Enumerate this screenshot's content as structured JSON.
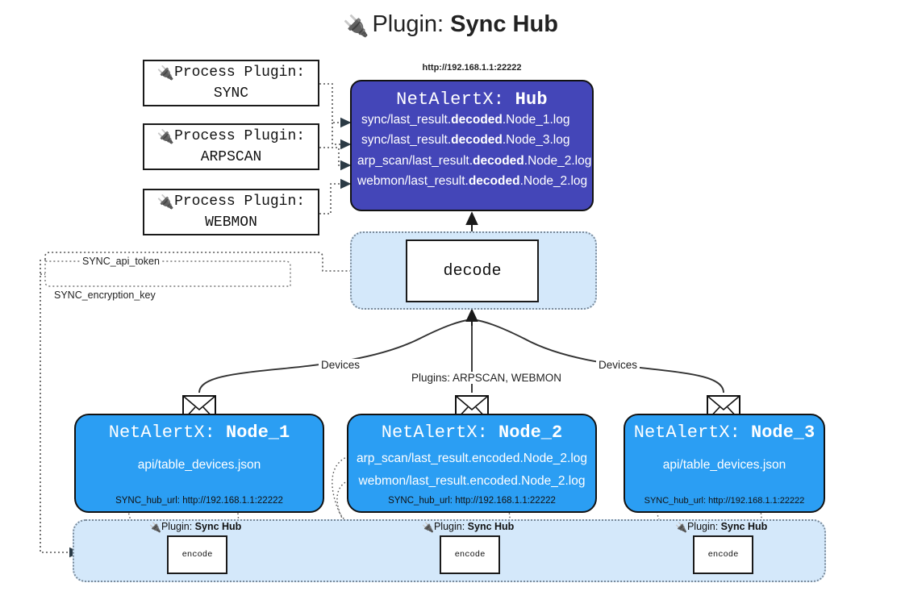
{
  "header": {
    "icon": "plug-icon",
    "prefix": "Plugin:",
    "title": "Sync Hub"
  },
  "process_plugins": [
    {
      "icon": "plug-icon",
      "label": "Process Plugin:",
      "name": "SYNC"
    },
    {
      "icon": "plug-icon",
      "label": "Process Plugin:",
      "name": "ARPSCAN"
    },
    {
      "icon": "plug-icon",
      "label": "Process Plugin:",
      "name": "WEBMON"
    }
  ],
  "hub": {
    "url": "http://192.168.1.1:22222",
    "title_prefix": "NetAlertX:",
    "title_name": "Hub",
    "logs": [
      {
        "pre": "sync/last_result.",
        "mid": "decoded",
        "post": ".Node_1.log"
      },
      {
        "pre": "sync/last_result.",
        "mid": "decoded",
        "post": ".Node_3.log"
      },
      {
        "pre": "arp_scan/last_result.",
        "mid": "decoded",
        "post": ".Node_2.log"
      },
      {
        "pre": "webmon/last_result.",
        "mid": "decoded",
        "post": ".Node_2.log"
      }
    ]
  },
  "decode": {
    "label": "decode"
  },
  "secrets": [
    {
      "label": "SYNC_api_token"
    },
    {
      "label": "SYNC_encryption_key"
    }
  ],
  "edge_labels": {
    "devices_left": "Devices",
    "devices_right": "Devices",
    "plugins_center": "Plugins: ARPSCAN, WEBMON"
  },
  "nodes": [
    {
      "icon": "envelope-icon",
      "title_prefix": "NetAlertX:",
      "title_name": "Node_1",
      "lines": [
        "api/table_devices.json"
      ],
      "url_key": "SYNC_hub_url:",
      "url_value": "http://192.168.1.1:22222"
    },
    {
      "icon": "envelope-icon",
      "title_prefix": "NetAlertX:",
      "title_name": "Node_2",
      "lines": [
        "arp_scan/last_result.encoded.Node_2.log",
        "webmon/last_result.encoded.Node_2.log"
      ],
      "url_key": "SYNC_hub_url:",
      "url_value": "http://192.168.1.1:22222"
    },
    {
      "icon": "envelope-icon",
      "title_prefix": "NetAlertX:",
      "title_name": "Node_3",
      "lines": [
        "api/table_devices.json"
      ],
      "url_key": "SYNC_hub_url:",
      "url_value": "http://192.168.1.1:22222"
    }
  ],
  "encoders": [
    {
      "icon": "plug-icon",
      "plugin_prefix": "Plugin:",
      "plugin_name": "Sync Hub",
      "box": "encode"
    },
    {
      "icon": "plug-icon",
      "plugin_prefix": "Plugin:",
      "plugin_name": "Sync Hub",
      "box": "encode"
    },
    {
      "icon": "plug-icon",
      "plugin_prefix": "Plugin:",
      "plugin_name": "Sync Hub",
      "box": "encode"
    }
  ],
  "colors": {
    "hub_fill": "#4446b8",
    "node_fill": "#2b9ef3",
    "band_fill": "#d4e8fa",
    "stroke": "#121212",
    "background": "#ffffff"
  }
}
